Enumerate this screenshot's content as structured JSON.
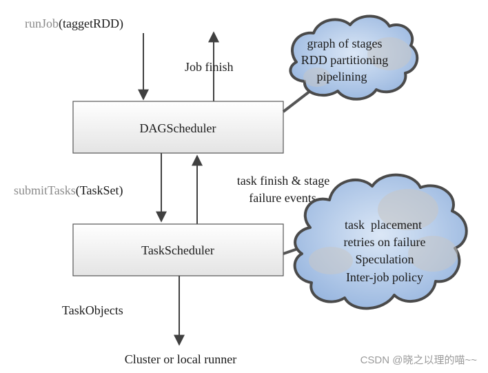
{
  "diagram": {
    "run_job": {
      "func": "runJob",
      "args": "(taggetRDD)"
    },
    "job_finish": "Job finish",
    "dag_scheduler": "DAGScheduler",
    "dag_cloud_lines": [
      "graph of stages",
      "RDD partitioning",
      "pipelining"
    ],
    "submit_tasks": {
      "func": "submitTasks",
      "args": "(TaskSet)"
    },
    "task_events_lines": [
      "task finish & stage",
      "failure events"
    ],
    "task_scheduler": "TaskScheduler",
    "task_cloud_lines": [
      "task  placement",
      "retries on failure",
      "Speculation",
      "Inter-job policy"
    ],
    "task_objects": "TaskObjects",
    "cluster_runner": "Cluster or local runner"
  },
  "watermark": "CSDN @晓之以理的喵~~",
  "colors": {
    "line": "#404040",
    "text": "#1a1a1a",
    "func_gray": "#8a8a8a",
    "box_top": "#ffffff",
    "box_bottom": "#e6e6e6",
    "cloud_blue": "#a9c3e6",
    "cloud_gray": "#c9c9c9",
    "watermark": "#9a9a9a"
  }
}
